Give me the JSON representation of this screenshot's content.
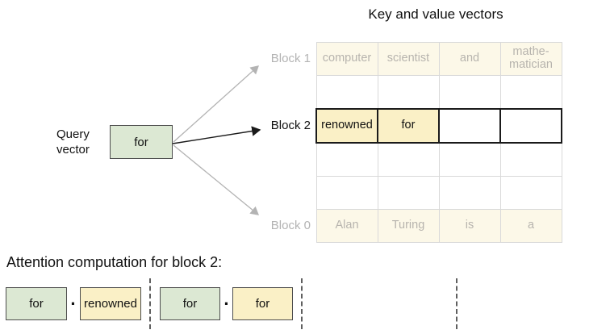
{
  "title": "Key and value vectors",
  "query": {
    "label": "Query\nvector",
    "token": "for"
  },
  "table": {
    "rows": [
      {
        "type": "block1",
        "label": "Block 1",
        "cells": [
          "computer",
          "scientist",
          "and",
          "mathe-\nmatician"
        ]
      },
      {
        "type": "empty",
        "cells": [
          "",
          "",
          "",
          ""
        ]
      },
      {
        "type": "block2",
        "label": "Block 2",
        "cells": [
          "renowned",
          "for",
          "",
          ""
        ]
      },
      {
        "type": "empty",
        "cells": [
          "",
          "",
          "",
          ""
        ]
      },
      {
        "type": "empty",
        "cells": [
          "",
          "",
          "",
          ""
        ]
      },
      {
        "type": "block0",
        "label": "Block 0",
        "cells": [
          "Alan",
          "Turing",
          "is",
          "a"
        ]
      }
    ]
  },
  "attention": {
    "heading": "Attention computation for block 2:",
    "dot": "·",
    "pairs": [
      {
        "query": "for",
        "key": "renowned"
      },
      {
        "query": "for",
        "key": "for"
      }
    ]
  },
  "colors": {
    "query_green": "#dce8d3",
    "highlight_yellow": "#faf0c6",
    "faded_cream": "#fcf8e8",
    "faded_text": "#b7b4ae",
    "gray_label": "#b3b3b3",
    "black_border": "#1a1a1a"
  }
}
